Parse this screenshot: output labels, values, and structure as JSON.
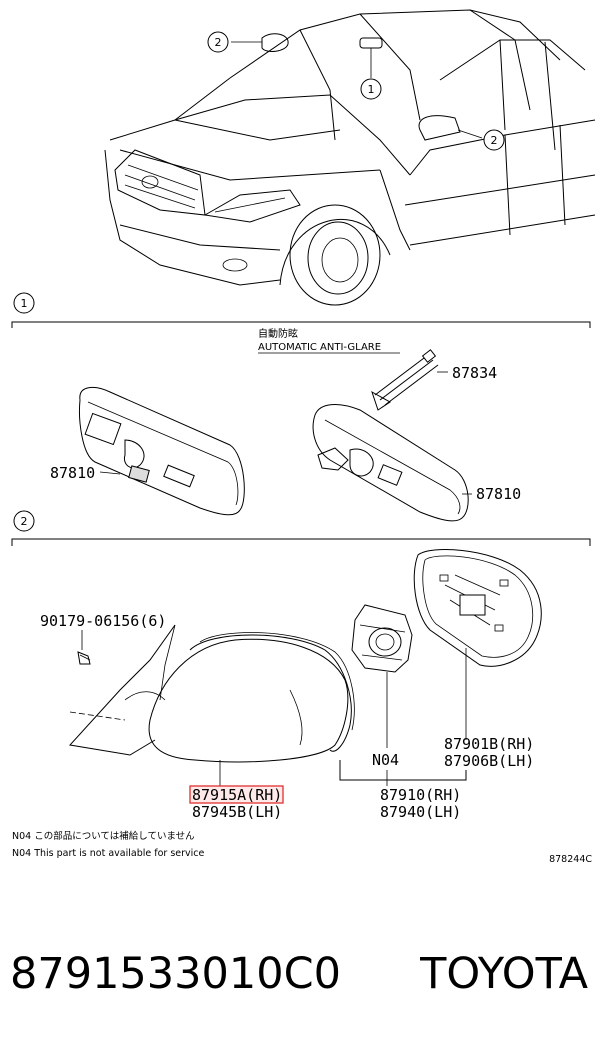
{
  "diagram": {
    "callouts": {
      "one": "1",
      "two": "2"
    },
    "section_1": {
      "heading_jp": "自動防眩",
      "heading_en": "AUTOMATIC ANTI-GLARE",
      "parts": {
        "harness": "87834",
        "mirror_left": "87810",
        "mirror_right": "87810"
      }
    },
    "section_2": {
      "parts": {
        "bolt": "90179-06156(6)",
        "cover_rh": "87915A(RH)",
        "cover_lh": "87945B(LH)",
        "n04": "N04",
        "mirror_rh": "87910(RH)",
        "mirror_lh": "87940(LH)",
        "glass_rh": "87901B(RH)",
        "glass_lh": "87906B(LH)"
      },
      "note_jp": "N04 この部品については補給していません",
      "note_en": "N04 This part is not available for service",
      "figure_id": "878244C"
    },
    "highlight_color": "#e03030"
  },
  "footer": {
    "part_number": "8791533010C0",
    "brand": "TOYOTA"
  }
}
